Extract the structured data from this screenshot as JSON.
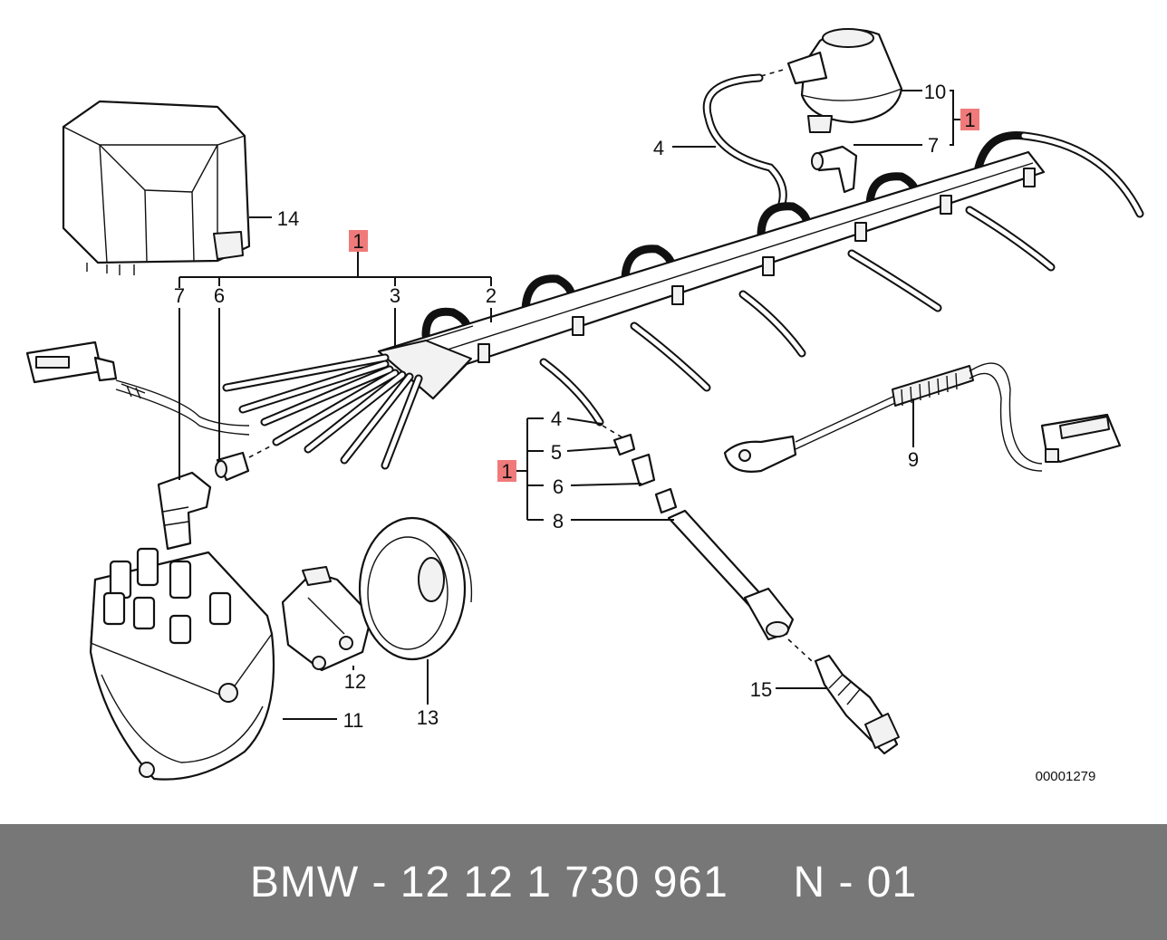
{
  "drawing_code": "00001279",
  "footer": {
    "text": "BMW - 12 12 1 730 961     N - 01"
  },
  "colors": {
    "highlight": "#f07a7a",
    "footer_bg": "#777777",
    "footer_text": "#ffffff"
  },
  "callouts": {
    "c1_top": "1",
    "c1_left": "1",
    "c1_right": "1",
    "c2": "2",
    "c3": "3",
    "c4_top": "4",
    "c4_mid": "4",
    "c5": "5",
    "c6_top": "6",
    "c6_mid": "6",
    "c7_top": "7",
    "c7_right": "7",
    "c8": "8",
    "c9": "9",
    "c10": "10",
    "c11": "11",
    "c12": "12",
    "c13": "13",
    "c14": "14",
    "c15": "15"
  }
}
